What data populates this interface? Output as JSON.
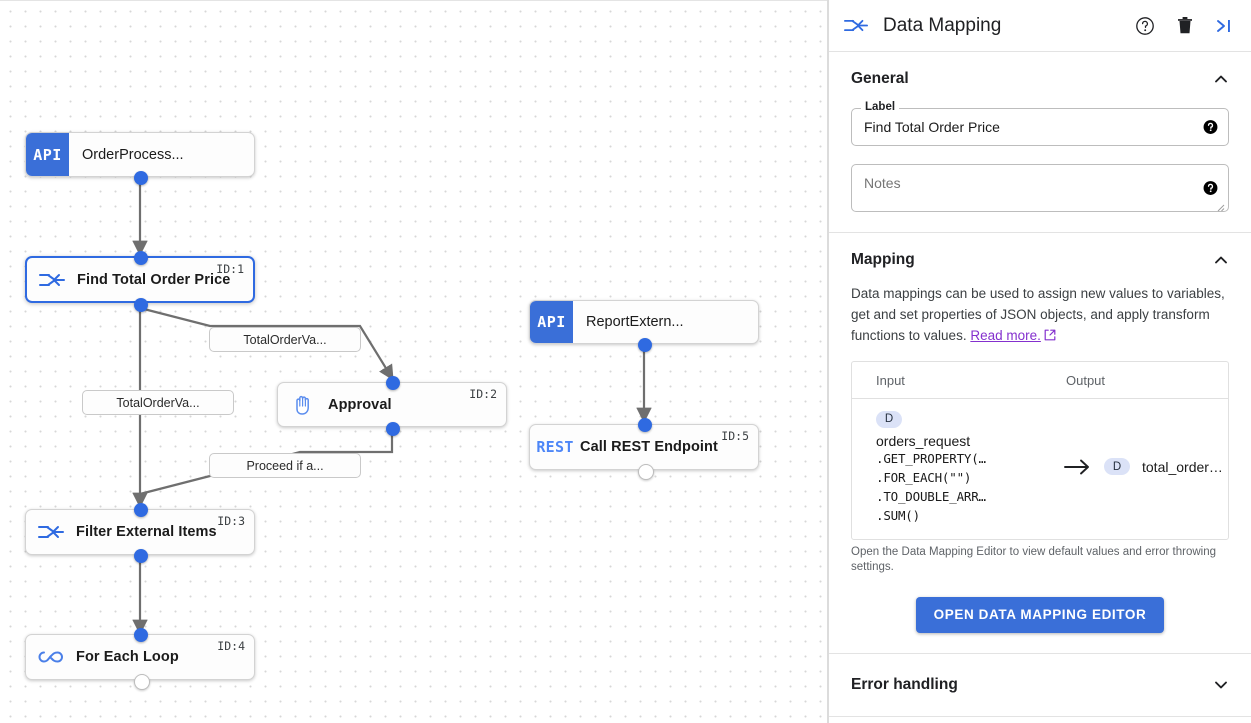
{
  "canvas": {
    "nodes": [
      {
        "id": "orderprocess",
        "label": "OrderProcess...",
        "badge": "API",
        "icon": "api-badge",
        "id_label": ""
      },
      {
        "id": "find-total",
        "label": "Find Total Order Price",
        "icon": "data-mapping-icon",
        "id_label": "ID:1",
        "selected": true
      },
      {
        "id": "approval",
        "label": "Approval",
        "icon": "hand-icon",
        "id_label": "ID:2"
      },
      {
        "id": "filter-external",
        "label": "Filter External Items",
        "icon": "data-mapping-icon",
        "id_label": "ID:3"
      },
      {
        "id": "for-each",
        "label": "For Each Loop",
        "icon": "loop-icon",
        "id_label": "ID:4"
      },
      {
        "id": "reportextern",
        "label": "ReportExtern...",
        "badge": "API",
        "icon": "api-badge",
        "id_label": ""
      },
      {
        "id": "call-rest",
        "label": "Call REST Endpoint",
        "badge": "REST",
        "icon": "rest-badge",
        "id_label": "ID:5"
      }
    ],
    "edge_labels": [
      {
        "id": "edge-label-1",
        "text": "TotalOrderVa..."
      },
      {
        "id": "edge-label-2",
        "text": "TotalOrderVa..."
      },
      {
        "id": "edge-label-3",
        "text": "Proceed if a..."
      }
    ]
  },
  "panel": {
    "title": "Data Mapping",
    "header_icons": {
      "type": "data-mapping-icon",
      "help": "help-icon",
      "delete": "trash-icon",
      "collapse": "collapse-panel-icon"
    },
    "general": {
      "title": "General",
      "label_field": {
        "label": "Label",
        "value": "Find Total Order Price"
      },
      "notes_field": {
        "placeholder": "Notes",
        "value": ""
      }
    },
    "mapping": {
      "title": "Mapping",
      "description": "Data mappings can be used to assign new values to variables, get and set properties of JSON objects, and apply transform functions to values.",
      "link_text": "Read more.",
      "table": {
        "headers": [
          "Input",
          "Output"
        ],
        "row": {
          "input_chip": "D",
          "input_variable": "orders_request",
          "input_expression": [
            ".GET_PROPERTY(…",
            ".FOR_EACH(\"\")",
            ".TO_DOUBLE_ARR…",
            ".SUM()"
          ],
          "arrow": "→",
          "output_chip": "D",
          "output_name": "total_order…"
        }
      },
      "note": "Open the Data Mapping Editor to view default values and error throwing settings.",
      "button_label": "OPEN DATA MAPPING EDITOR"
    },
    "error_handling": {
      "title": "Error handling"
    }
  },
  "colors": {
    "accent_blue": "#3a6fd8",
    "selection_blue": "#2f6ae1",
    "link_purple": "#8430ce",
    "edge_gray": "#6f6f6f"
  }
}
